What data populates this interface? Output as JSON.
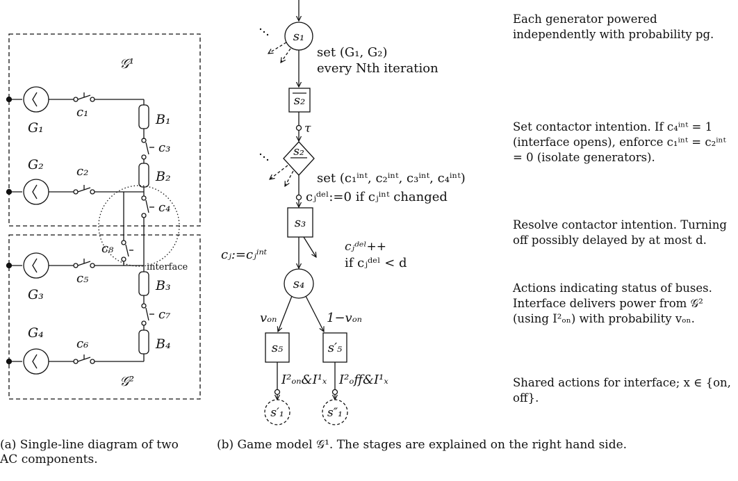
{
  "circuit": {
    "region_top": "𝒢¹",
    "region_bottom": "𝒢²",
    "generators": [
      "G₁",
      "G₂",
      "G₃",
      "G₄"
    ],
    "contactors": [
      "c₁",
      "c₂",
      "c₃",
      "c₄",
      "c₅",
      "c₆",
      "c₇",
      "c₈"
    ],
    "buses": [
      "B₁",
      "B₂",
      "B₃",
      "B₄"
    ],
    "interface_label": "interface"
  },
  "game": {
    "nodes": {
      "s1": "s₁",
      "s2bar": "s₂",
      "s2": "s₂",
      "s3": "s₃",
      "s4": "s₄",
      "s5": "s₅",
      "s5p": "s′₅",
      "s1p": "s′₁",
      "s1pp": "s″₁"
    },
    "labels": {
      "set_g_1": "set (G₁, G₂)",
      "set_g_2": "every Nth iteration",
      "tau": "τ",
      "set_c": "set (c₁ⁱⁿᵗ, c₂ⁱⁿᵗ, c₃ⁱⁿᵗ, c₄ⁱⁿᵗ)",
      "reset_del": "cⱼᵈᵉˡ:=0 if cⱼⁱⁿᵗ changed",
      "assign_c": "cⱼ:=cⱼⁱⁿᵗ",
      "inc_del": "cⱼᵈᵉˡ++",
      "inc_cond": "if cⱼᵈᵉˡ < d",
      "v_on": "vₒₙ",
      "one_minus_v": "1−vₒₙ",
      "act_on": "I²ₒₙ&I¹ₓ",
      "act_off": "I²ₒff&I¹ₓ"
    }
  },
  "descriptions": [
    "Each generator powered independently with probability pg.",
    "Set contactor intention. If c₄ⁱⁿᵗ = 1 (interface opens), enforce c₁ⁱⁿᵗ = c₂ⁱⁿᵗ = 0 (isolate generators).",
    "Resolve contactor intention. Turning off possibly delayed by at most d.",
    "Actions indicating status of buses. Interface delivers power from 𝒢² (using I²ₒₙ) with probability vₒₙ.",
    "Shared actions for interface; x ∈ {on, off}."
  ],
  "captions": {
    "a": "(a) Single-line diagram of two AC components.",
    "b": "(b) Game model 𝒢¹. The stages are explained on the right hand side."
  }
}
